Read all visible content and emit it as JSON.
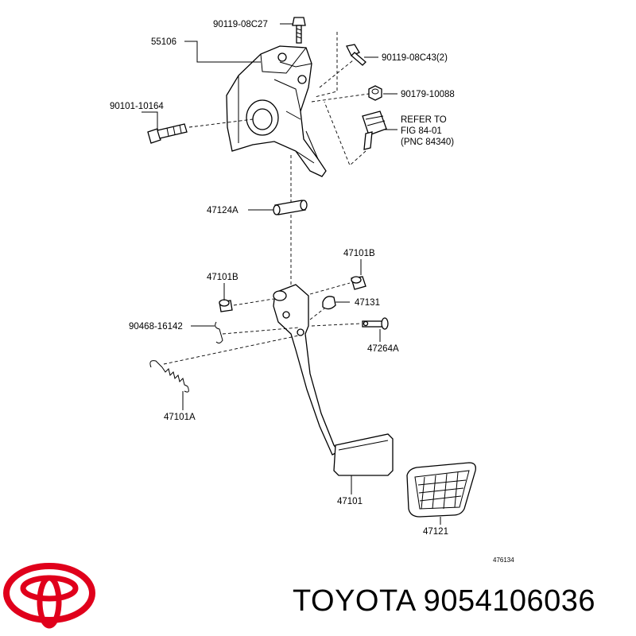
{
  "labels": {
    "l55106": "55106",
    "l90119_08C27": "90119-08C27",
    "l90119_08C43": "90119-08C43(2)",
    "l90179": "90179-10088",
    "l90101": "90101-10164",
    "refer1": "REFER TO",
    "refer2": "FIG 84-01",
    "refer3": "(PNC 84340)",
    "l47124A": "47124A",
    "l47101B_r": "47101B",
    "l47101B_l": "47101B",
    "l47131": "47131",
    "l90468": "90468-16142",
    "l47264A": "47264A",
    "l47101A": "47101A",
    "l47101": "47101",
    "l47121": "47121",
    "figure_number": "476134"
  },
  "brand": {
    "logo": "toyota-logo",
    "logo_color": "#e0001b",
    "caption": "TOYOTA 9054106036"
  }
}
